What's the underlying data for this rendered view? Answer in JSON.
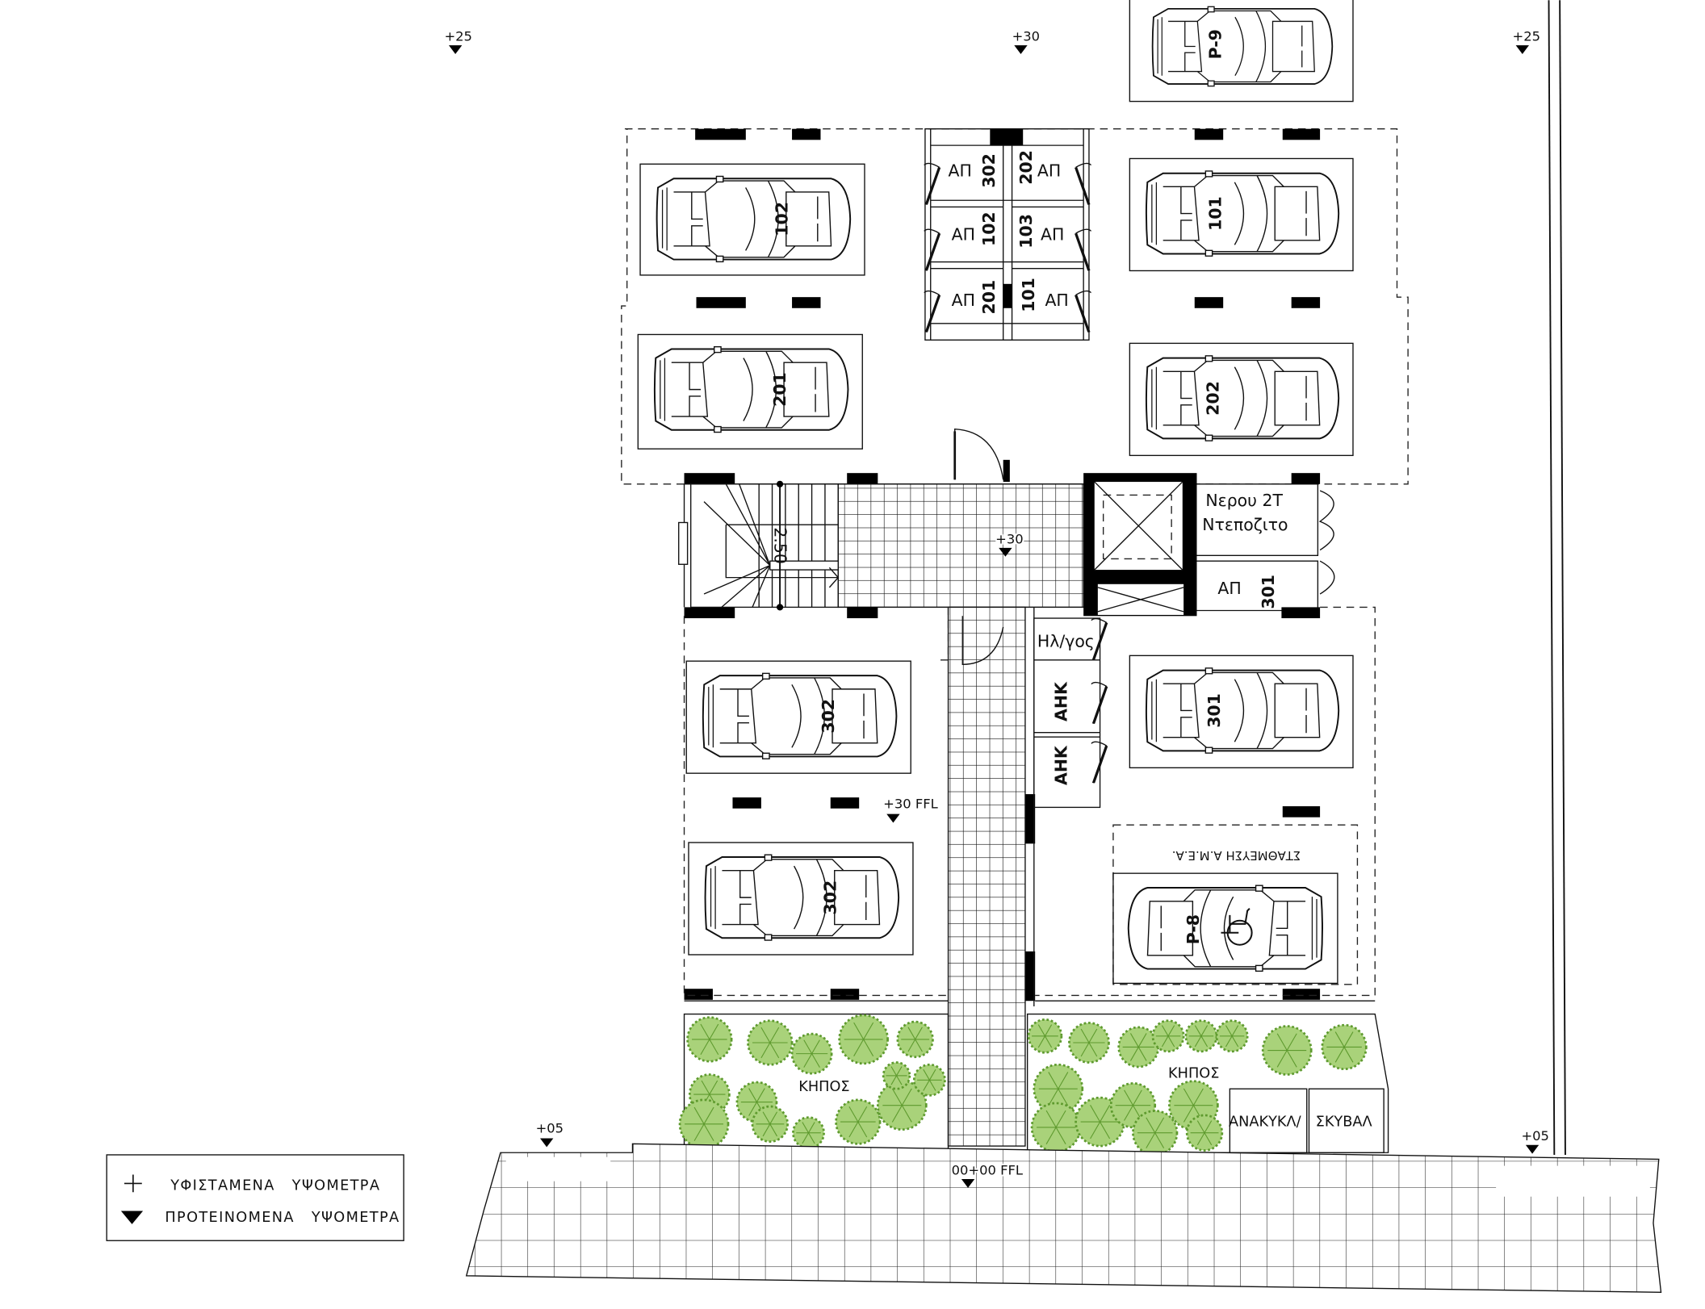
{
  "plan": {
    "elevations": {
      "top_left": "+25",
      "top_center": "+30",
      "top_right": "+25",
      "lobby": "+30",
      "parking_ffl": "+30 FFL",
      "bottom_left": "+05",
      "bottom_right": "+05",
      "entrance_ffl": "00+00 FFL"
    },
    "parking": {
      "p9": "P-9",
      "p102": "102",
      "p201": "201",
      "p101": "101",
      "p202": "202",
      "p302a": "302",
      "p302b": "302",
      "p301": "301",
      "p8": "P-8",
      "accessible_label": "ΣΤΑΘΜΕΥΣΗ Α.Μ.Ε.Α."
    },
    "storage": [
      {
        "prefix": "ΑΠ",
        "number": "302"
      },
      {
        "prefix": "ΑΠ",
        "number": "202"
      },
      {
        "prefix": "ΑΠ",
        "number": "102"
      },
      {
        "prefix": "ΑΠ",
        "number": "103"
      },
      {
        "prefix": "ΑΠ",
        "number": "201"
      },
      {
        "prefix": "ΑΠ",
        "number": "101"
      },
      {
        "prefix": "ΑΠ",
        "number": "301"
      }
    ],
    "rooms": {
      "water_line1": "Νερου 2Τ",
      "water_line2": "Ντεποζιτο",
      "generator": "Ηλ/γος",
      "meter1": "ΑΗΚ",
      "meter2": "ΑΗΚ",
      "garden_left": "ΚΗΠΟΣ",
      "garden_right": "ΚΗΠΟΣ",
      "recycling": "ΑΝΑΚΥΚΛ/",
      "waste": "ΣΚΥΒΑΛ",
      "stair_width": "2.50"
    },
    "legend": {
      "existing": "ΥΦΙΣΤΑΜΕΝΑ   ΥΨΟΜΕΤΡΑ",
      "proposed": "ΠΡΟΤΕΙΝΟΜΕΝΑ   ΥΨΟΜΕΤΡΑ"
    },
    "colors": {
      "line": "#111111",
      "tree_dark": "#5e9a2e",
      "tree_light": "#a9d27a"
    }
  }
}
